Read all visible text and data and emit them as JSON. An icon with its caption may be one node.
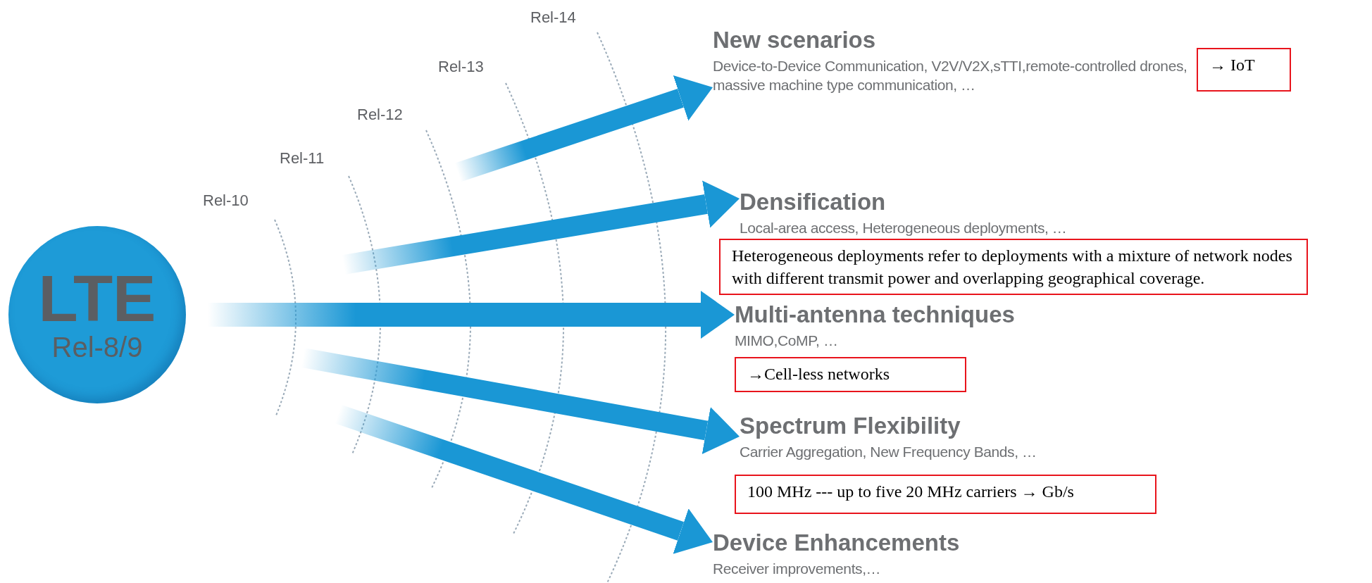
{
  "diagram": {
    "nodes": [
      {
        "text": [
          "LTE",
          "Rel-8/9"
        ]
      },
      {
        "text": [
          "New scenarios",
          "Device-to-Device Communication, V2V/V2X,sTTI,remote-controlled drones, massive machine type communication, …"
        ]
      },
      {
        "text": [
          "→ IoT"
        ]
      },
      {
        "text": [
          "Densification",
          "Local-area access, Heterogeneous deployments, …"
        ]
      },
      {
        "text": [
          "Heterogeneous deployments refer to deployments with a mixture of network nodes with different transmit power and overlapping geographical coverage."
        ]
      },
      {
        "text": [
          "Multi-antenna techniques",
          "MIMO,CoMP, …"
        ]
      },
      {
        "text": [
          "→Cell-less networks"
        ]
      },
      {
        "text": [
          "Spectrum Flexibility",
          "Carrier Aggregation, New Frequency Bands, …"
        ]
      },
      {
        "text": [
          "100 MHz --- up to five 20 MHz carriers → Gb/s"
        ]
      },
      {
        "text": [
          "Device Enhancements",
          "Receiver improvements,…"
        ]
      }
    ],
    "edges": [
      {
        "from": null,
        "to": 1,
        "arrow": "to"
      },
      {
        "from": null,
        "to": 3,
        "arrow": "to"
      },
      {
        "from": null,
        "to": 5,
        "arrow": "to"
      },
      {
        "from": null,
        "to": 7,
        "arrow": "to"
      },
      {
        "from": null,
        "to": 9,
        "arrow": "to"
      }
    ],
    "labels": [
      "Rel-14",
      "Rel-13",
      "Rel-12",
      "Rel-11",
      "Rel-10"
    ]
  }
}
